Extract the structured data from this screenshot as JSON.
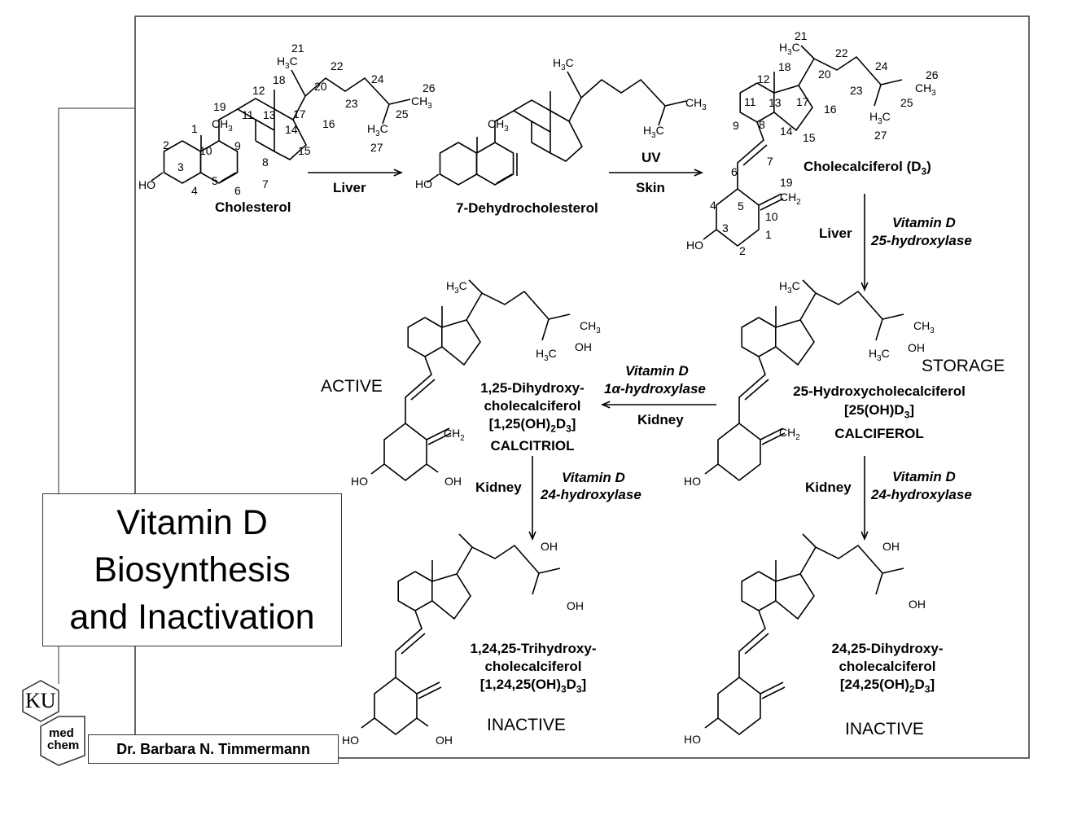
{
  "title": {
    "line1": "Vitamin D",
    "line2": "Biosynthesis",
    "line3": "and Inactivation"
  },
  "author": "Dr. Barbara N. Timmermann",
  "logo": {
    "top": "KU",
    "bottom1": "med",
    "bottom2": "chem"
  },
  "compounds": {
    "cholesterol": "Cholesterol",
    "dehydro": "7-Dehydrocholesterol",
    "cholecalciferol": "Cholecalciferol (D3)",
    "calcitriol": {
      "l1": "1,25-Dihydroxy-",
      "l2": "cholecalciferol",
      "l3": "[1,25(OH)2D3]",
      "l4": "CALCITRIOL"
    },
    "calciferol": {
      "l1": "25-Hydroxycholecalciferol",
      "l2": "[25(OH)D3]",
      "l3": "CALCIFEROL"
    },
    "trihydroxy": {
      "l1": "1,24,25-Trihydroxy-",
      "l2": "cholecalciferol",
      "l3": "[1,24,25(OH)3D3]"
    },
    "dihydroxy2425": {
      "l1": "24,25-Dihydroxy-",
      "l2": "cholecalciferol",
      "l3": "[24,25(OH)2D3]"
    }
  },
  "steps": {
    "liver1": "Liver",
    "uv": "UV",
    "skin": "Skin",
    "liver2": "Liver",
    "hydroxylase25_l1": "Vitamin D",
    "hydroxylase25_l2": "25-hydroxylase",
    "kidney1": "Kidney",
    "hydroxylase1a_l1": "Vitamin D",
    "hydroxylase1a_l2": "1α-hydroxylase",
    "kidney2": "Kidney",
    "hydroxylase24a_l1": "Vitamin D",
    "hydroxylase24a_l2": "24-hydroxylase",
    "kidney3": "Kidney",
    "hydroxylase24b_l1": "Vitamin D",
    "hydroxylase24b_l2": "24-hydroxylase"
  },
  "status": {
    "active": "ACTIVE",
    "storage": "STORAGE",
    "inactive1": "INACTIVE",
    "inactive2": "INACTIVE"
  },
  "atoms": {
    "ho": "HO",
    "oh": "OH",
    "ch3": "CH3",
    "h3c": "H3C",
    "ch2": "CH2"
  },
  "numbering": {
    "c1": "1",
    "c2": "2",
    "c3": "3",
    "c4": "4",
    "c5": "5",
    "c6": "6",
    "c7": "7",
    "c8": "8",
    "c9": "9",
    "c10": "10",
    "c11": "11",
    "c12": "12",
    "c13": "13",
    "c14": "14",
    "c15": "15",
    "c16": "16",
    "c17": "17",
    "c18": "18",
    "c19": "19",
    "c20": "20",
    "c21": "21",
    "c22": "22",
    "c23": "23",
    "c24": "24",
    "c25": "25",
    "c26": "26",
    "c27": "27"
  }
}
